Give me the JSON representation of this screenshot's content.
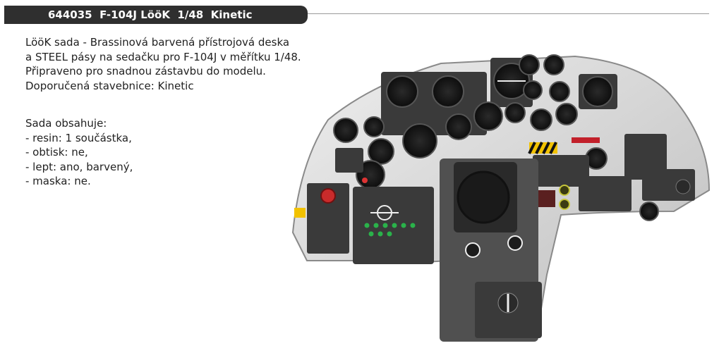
{
  "header": {
    "title": "644035  F-104J LööK  1/48  Kinetic"
  },
  "description": {
    "lines": [
      "LööK sada - Brassinová barvená přístrojová deska",
      "a STEEL pásy na sedačku pro F-104J v měřítku 1/48.",
      "Připraveno pro snadnou zástavbu do modelu.",
      "Doporučená stavebnice: Kinetic"
    ]
  },
  "contents": {
    "heading": "Sada obsahuje:",
    "items": [
      "- resin: 1 součástka,",
      "- obtisk: ne,",
      "- lept: ano, barvený,",
      "- maska: ne."
    ]
  },
  "colors": {
    "title_bar": "#2f2f2f",
    "panel_body": "#d9d9d9",
    "panel_dark": "#3a3a3a",
    "gauge_face": "#1c1c1c"
  }
}
